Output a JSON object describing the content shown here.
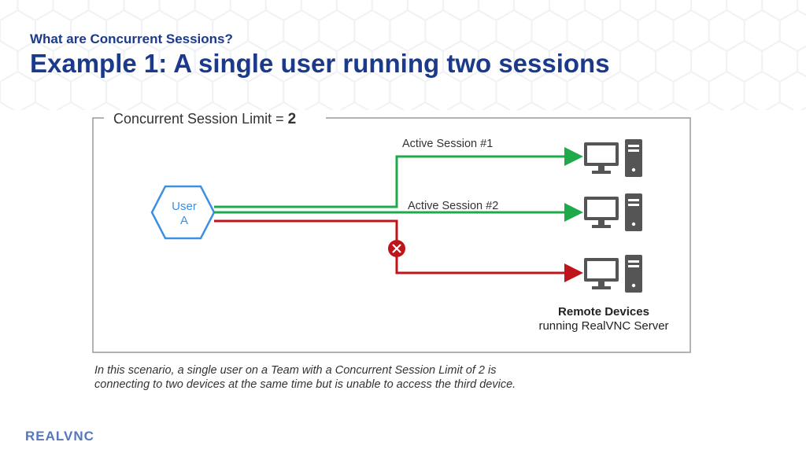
{
  "header": {
    "subtitle": "What are Concurrent Sessions?",
    "title": "Example 1: A single user running two sessions"
  },
  "diagram": {
    "limit_label": "Concurrent Session Limit = ",
    "limit_value": "2",
    "user_line1": "User",
    "user_line2": "A",
    "session1_label": "Active Session #1",
    "session2_label": "Active Session #2",
    "devices_title": "Remote Devices",
    "devices_subtitle": "running RealVNC Server",
    "colors": {
      "active": "#1eaa4a",
      "blocked": "#c0141b",
      "user": "#3d8fe0",
      "device": "#555555"
    }
  },
  "caption": "In this scenario, a single user on a Team with a Concurrent Session Limit of 2 is connecting to two devices at the same time but is unable to access the third device.",
  "logo": "REALVNC"
}
